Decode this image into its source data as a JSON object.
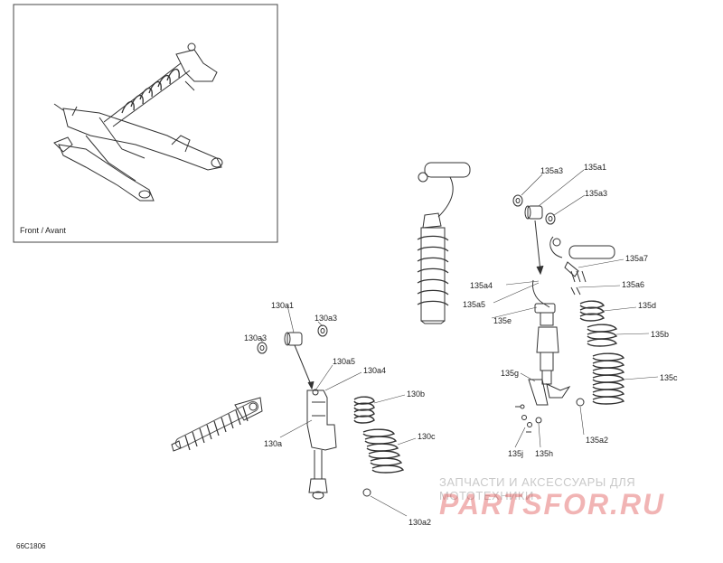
{
  "diagram": {
    "inset_caption": "Front / Avant",
    "diagram_code": "66C1806",
    "callouts": {
      "c130a1": "130a1",
      "c130a3_left": "130a3",
      "c130a3_right": "130a3",
      "c130a5": "130a5",
      "c130a4": "130a4",
      "c130b": "130b",
      "c130a": "130a",
      "c130c": "130c",
      "c130a2": "130a2",
      "c135a3_top": "135a3",
      "c135a1": "135a1",
      "c135a3_mid": "135a3",
      "c135a7": "135a7",
      "c135a6": "135a6",
      "c135a4": "135a4",
      "c135a5": "135a5",
      "c135d": "135d",
      "c135e": "135e",
      "c135b": "135b",
      "c135c": "135c",
      "c135g": "135g",
      "c135a2": "135a2",
      "c135j": "135j",
      "c135h": "135h"
    }
  },
  "watermark": {
    "text": "ЗАПЧАСТИ И АКСЕССУАРЫ ДЛЯ МОТОТЕХНИКИ",
    "logo": "PARTSFOR.RU"
  }
}
